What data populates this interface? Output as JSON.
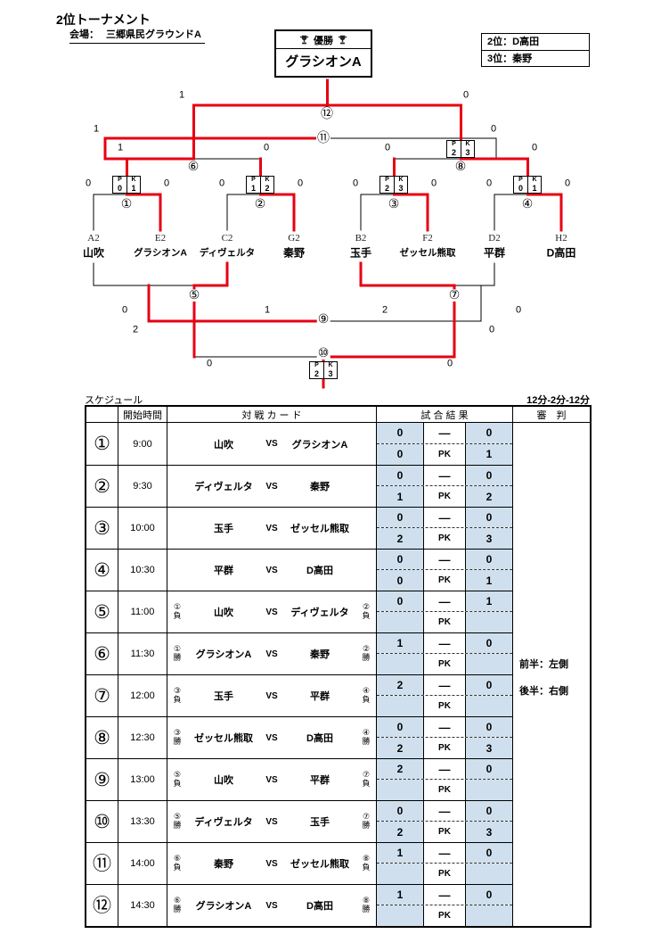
{
  "header": {
    "title": "2位トーナメント",
    "venue_label": "会場：",
    "venue_name": "三郷県民グラウンドA",
    "champion_label": "優勝",
    "champion": "グラシオンA",
    "standings": [
      {
        "rank": "2位：",
        "team": "D高田"
      },
      {
        "rank": "3位：",
        "team": "秦野"
      }
    ]
  },
  "bracket": {
    "seeds": [
      "A2",
      "E2",
      "C2",
      "G2",
      "B2",
      "F2",
      "D2",
      "H2"
    ],
    "teams": [
      "山吹",
      "グラシオンA",
      "ディヴェルタ",
      "秦野",
      "玉手",
      "ゼッセル熊取",
      "平群",
      "D高田"
    ],
    "nums": [
      "①",
      "②",
      "③",
      "④",
      "⑤",
      "⑥",
      "⑦",
      "⑧",
      "⑨",
      "⑩",
      "⑪",
      "⑫"
    ],
    "scores": {
      "m1": [
        "0",
        "0"
      ],
      "m2": [
        "0",
        "0"
      ],
      "m3": [
        "0",
        "0"
      ],
      "m4": [
        "0",
        "0"
      ],
      "m5": [
        "0",
        "1"
      ],
      "m6": [
        "1",
        "0"
      ],
      "m7": [
        "2",
        "0"
      ],
      "m8": [
        "0",
        "0"
      ],
      "m9": [
        "2",
        "0"
      ],
      "m10": [
        "0",
        "0"
      ],
      "m11": [
        "1",
        "0"
      ],
      "m12": [
        "1",
        "0"
      ]
    },
    "pk_labels": {
      "p": "P",
      "k": "K"
    },
    "pk": {
      "m1": [
        "0",
        "1"
      ],
      "m2": [
        "1",
        "2"
      ],
      "m3": [
        "2",
        "3"
      ],
      "m4": [
        "0",
        "1"
      ],
      "m8": [
        "2",
        "3"
      ],
      "m10": [
        "2",
        "3"
      ]
    },
    "line_colors": {
      "base": "#000000",
      "winner": "#e60012"
    }
  },
  "schedule": {
    "title": "スケジュール",
    "duration": "12分-2分-12分",
    "vs_label": "VS",
    "dash": "―",
    "pk_label": "PK",
    "headers": {
      "time": "開始時間",
      "card": "対 戦 カ ー ド",
      "result": "試 合 結 果",
      "referee": "審　判"
    },
    "referee_notes": [
      "前半：左側",
      "後半：右側"
    ],
    "rows": [
      {
        "num": "①",
        "time": "9:00",
        "lq_num": "",
        "lq_wl": "",
        "left": "山吹",
        "right": "グラシオンA",
        "rq_num": "",
        "rq_wl": "",
        "score_l": "0",
        "score_r": "0",
        "pk_l": "0",
        "pk_r": "1"
      },
      {
        "num": "②",
        "time": "9:30",
        "lq_num": "",
        "lq_wl": "",
        "left": "ディヴェルタ",
        "right": "秦野",
        "rq_num": "",
        "rq_wl": "",
        "score_l": "0",
        "score_r": "0",
        "pk_l": "1",
        "pk_r": "2"
      },
      {
        "num": "③",
        "time": "10:00",
        "lq_num": "",
        "lq_wl": "",
        "left": "玉手",
        "right": "ゼッセル熊取",
        "rq_num": "",
        "rq_wl": "",
        "score_l": "0",
        "score_r": "0",
        "pk_l": "2",
        "pk_r": "3"
      },
      {
        "num": "④",
        "time": "10:30",
        "lq_num": "",
        "lq_wl": "",
        "left": "平群",
        "right": "D高田",
        "rq_num": "",
        "rq_wl": "",
        "score_l": "0",
        "score_r": "0",
        "pk_l": "0",
        "pk_r": "1"
      },
      {
        "num": "⑤",
        "time": "11:00",
        "lq_num": "①",
        "lq_wl": "負",
        "left": "山吹",
        "right": "ディヴェルタ",
        "rq_num": "②",
        "rq_wl": "負",
        "score_l": "0",
        "score_r": "1",
        "pk_l": "",
        "pk_r": ""
      },
      {
        "num": "⑥",
        "time": "11:30",
        "lq_num": "①",
        "lq_wl": "勝",
        "left": "グラシオンA",
        "right": "秦野",
        "rq_num": "②",
        "rq_wl": "勝",
        "score_l": "1",
        "score_r": "0",
        "pk_l": "",
        "pk_r": ""
      },
      {
        "num": "⑦",
        "time": "12:00",
        "lq_num": "③",
        "lq_wl": "負",
        "left": "玉手",
        "right": "平群",
        "rq_num": "④",
        "rq_wl": "負",
        "score_l": "2",
        "score_r": "0",
        "pk_l": "",
        "pk_r": ""
      },
      {
        "num": "⑧",
        "time": "12:30",
        "lq_num": "③",
        "lq_wl": "勝",
        "left": "ゼッセル熊取",
        "right": "D高田",
        "rq_num": "④",
        "rq_wl": "勝",
        "score_l": "0",
        "score_r": "0",
        "pk_l": "2",
        "pk_r": "3"
      },
      {
        "num": "⑨",
        "time": "13:00",
        "lq_num": "⑤",
        "lq_wl": "負",
        "left": "山吹",
        "right": "平群",
        "rq_num": "⑦",
        "rq_wl": "負",
        "score_l": "2",
        "score_r": "0",
        "pk_l": "",
        "pk_r": ""
      },
      {
        "num": "⑩",
        "time": "13:30",
        "lq_num": "⑤",
        "lq_wl": "勝",
        "left": "ディヴェルタ",
        "right": "玉手",
        "rq_num": "⑦",
        "rq_wl": "勝",
        "score_l": "0",
        "score_r": "0",
        "pk_l": "2",
        "pk_r": "3"
      },
      {
        "num": "⑪",
        "time": "14:00",
        "lq_num": "⑥",
        "lq_wl": "負",
        "left": "秦野",
        "right": "ゼッセル熊取",
        "rq_num": "⑧",
        "rq_wl": "負",
        "score_l": "1",
        "score_r": "0",
        "pk_l": "",
        "pk_r": ""
      },
      {
        "num": "⑫",
        "time": "14:30",
        "lq_num": "⑥",
        "lq_wl": "勝",
        "left": "グラシオンA",
        "right": "D高田",
        "rq_num": "⑧",
        "rq_wl": "勝",
        "score_l": "1",
        "score_r": "0",
        "pk_l": "",
        "pk_r": ""
      }
    ]
  }
}
